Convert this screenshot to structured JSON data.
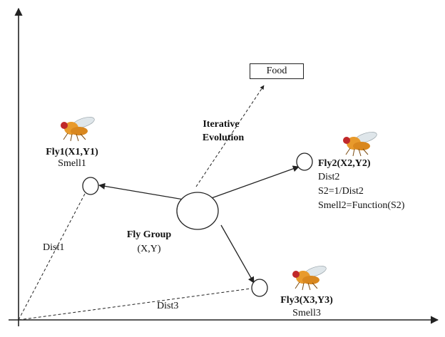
{
  "food": {
    "label": "Food"
  },
  "iterative": {
    "line1": "Iterative",
    "line2": "Evolution"
  },
  "fly1": {
    "title": "Fly1(X1,Y1)",
    "smell": "Smell1"
  },
  "fly2": {
    "title": "Fly2(X2,Y2)",
    "dist": "Dist2",
    "s2": "S2=1/Dist2",
    "smell": "Smell2=Function(S2)"
  },
  "fly3": {
    "title": "Fly3(X3,Y3)",
    "smell": "Smell3"
  },
  "group": {
    "title": "Fly Group",
    "coords": "(X,Y)"
  },
  "distances": {
    "dist1": "Dist1",
    "dist3": "Dist3"
  },
  "icons": {
    "fly": "fruit-fly-icon"
  },
  "colors": {
    "line": "#222222",
    "fly_body": "#e89a2c",
    "fly_eye": "#c0282a",
    "fly_wing": "#dfe6ea"
  }
}
